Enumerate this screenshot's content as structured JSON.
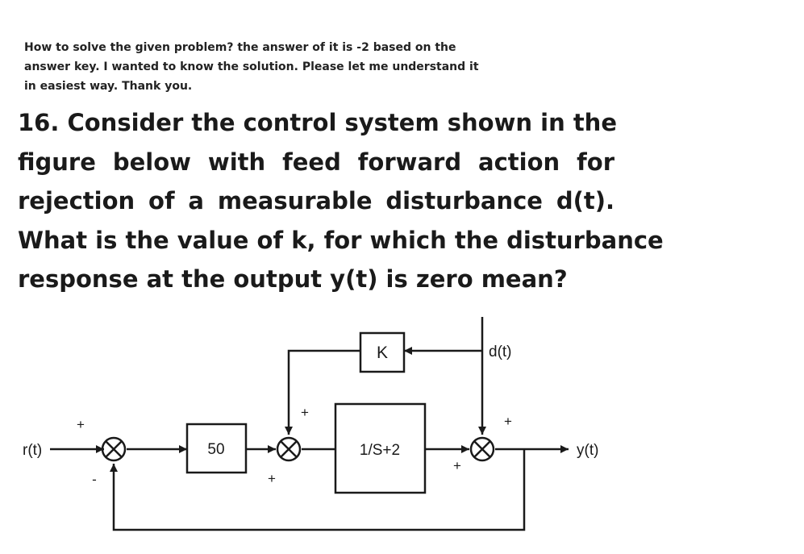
{
  "intro_lines": [
    "How to solve the given problem? the answer of it is -2 based on the",
    "answer key. I wanted to know the solution. Please let me understand it",
    "in easiest way. Thank you."
  ],
  "question_lines": [
    "16. Consider the control system shown in the",
    "figure below with feed forward action for",
    "rejection of a measurable disturbance d(t).",
    "What is the value of k, for which the disturbance",
    "response at the output y(t) is zero mean?"
  ],
  "diagram": {
    "input_label": "r(t)",
    "output_label": "y(t)",
    "disturbance_label": "d(t)",
    "gain_block": "50",
    "plant_block": "1/S+2",
    "feedforward_block": "K",
    "signs": {
      "sum1_top": "+",
      "sum1_bottom": "-",
      "sum2_top": "+",
      "sum2_bottom": "+",
      "sum3_top": "+",
      "sum3_bottom": "+"
    }
  }
}
